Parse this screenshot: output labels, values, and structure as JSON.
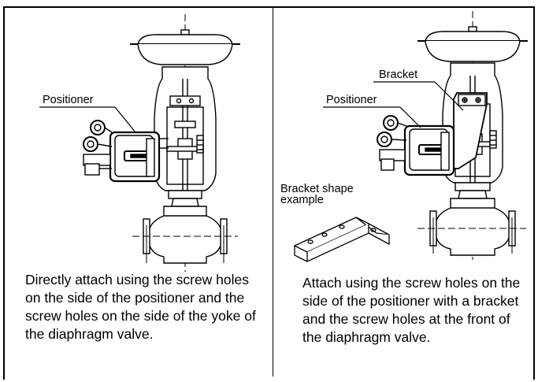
{
  "left_panel": {
    "positioner_label": "Positioner",
    "caption": "Directly attach using the screw holes on the side of the positioner and the screw holes on the side of the yoke of the diaphragm valve."
  },
  "right_panel": {
    "bracket_label": "Bracket",
    "positioner_label": "Positioner",
    "bracket_shape_label_line1": "Bracket shape",
    "bracket_shape_label_line2": "example",
    "caption": "Attach using the screw holes on the side of the positioner with a bracket and the screw holes at the front of the diaphragm valve."
  }
}
